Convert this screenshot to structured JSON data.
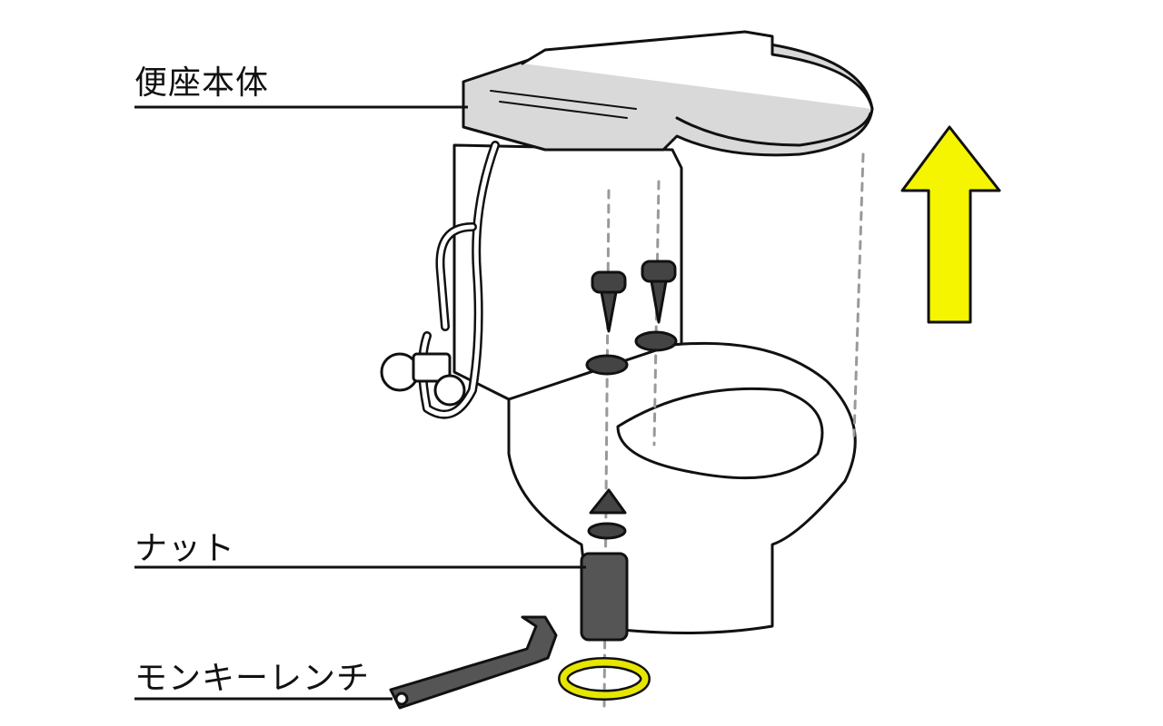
{
  "labels": {
    "seat_body": "便座本体",
    "nut": "ナット",
    "wrench": "モンキーレンチ"
  },
  "colors": {
    "arrow": "#f5f500",
    "rotation_arrow": "#e6e600",
    "outline": "#111111",
    "seat_fill": "#d9d9d9"
  }
}
